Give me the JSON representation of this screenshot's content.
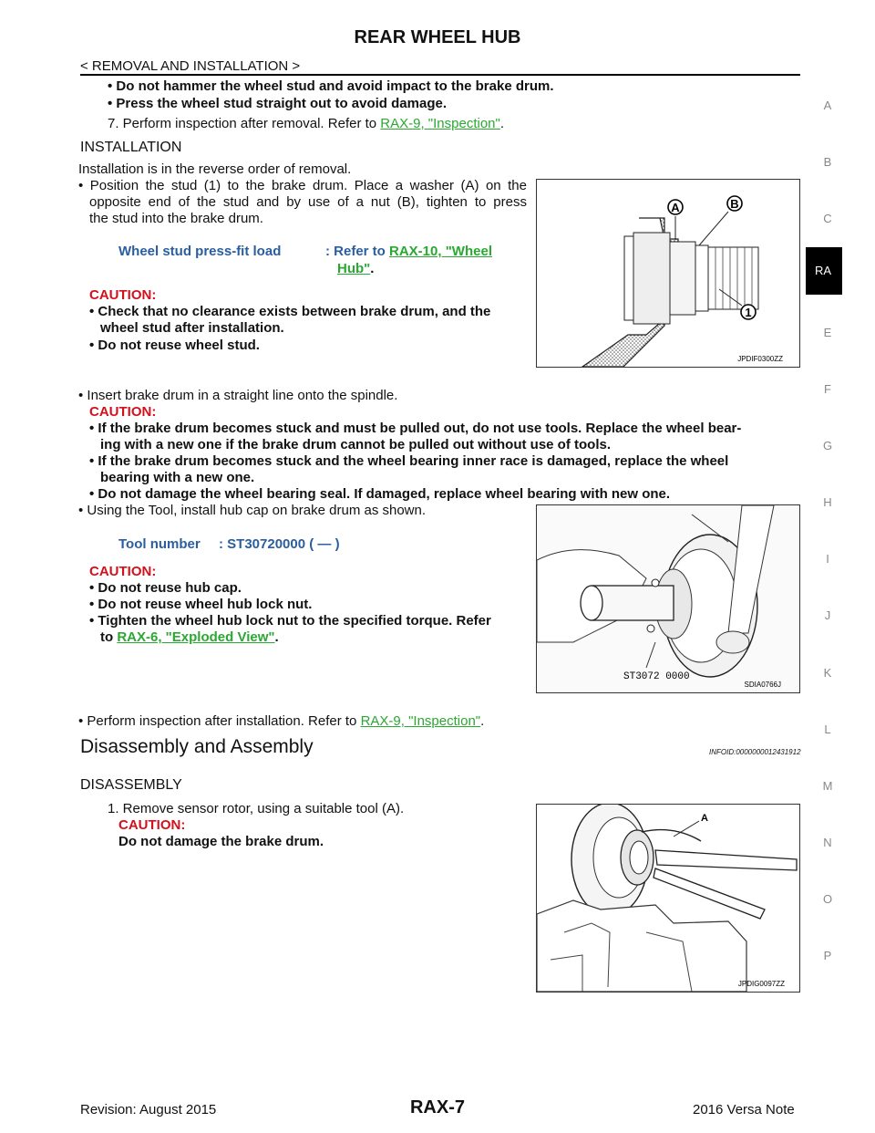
{
  "header": {
    "title": "REAR WHEEL HUB",
    "subtitle": "< REMOVAL AND INSTALLATION >"
  },
  "side_tab": {
    "active": "RA",
    "letters": [
      "A",
      "B",
      "C",
      "E",
      "F",
      "G",
      "H",
      "I",
      "J",
      "K",
      "L",
      "M",
      "N",
      "O",
      "P"
    ]
  },
  "content": {
    "top_bullets": [
      "Do not hammer the wheel stud and avoid impact to the brake drum.",
      "Press the wheel stud straight out to avoid damage."
    ],
    "step7": {
      "prefix": "7.   Perform inspection after removal. Refer to ",
      "link": "RAX-9, \"Inspection\"",
      "suffix": "."
    },
    "installation_heading": "INSTALLATION",
    "install_intro": "Installation is in the reverse order of removal.",
    "install_bullet1": [
      "• Position the stud (1) to the brake drum. Place a washer (A) on the",
      "opposite end of the stud and by use of a nut (B), tighten to press",
      "the stud into the brake drum."
    ],
    "press_fit": {
      "label": "Wheel stud press-fit load",
      "value_prefix": ": Refer to ",
      "link1": "RAX-10, \"Wheel",
      "link2": "Hub\"",
      "suffix": "."
    },
    "caution_label": "CAUTION:",
    "caution1": [
      "• Check that no clearance exists between brake drum, and the",
      "wheel stud after installation.",
      "• Do not reuse wheel stud."
    ],
    "insert_drum": "• Insert brake drum in a straight line onto the spindle.",
    "caution2": [
      "• If the brake drum becomes stuck and must be pulled out, do not use tools. Replace the wheel bear-",
      "ing with a new one if the brake drum cannot be pulled out without use of tools.",
      "• If the brake drum becomes stuck and the wheel bearing inner race is damaged, replace the wheel",
      "bearing with a new one.",
      "• Do not damage the wheel bearing seal. If damaged, replace wheel bearing with new one."
    ],
    "using_tool": "• Using the Tool, install hub cap on brake drum as shown.",
    "tool": {
      "label": "Tool number",
      "value": ": ST30720000 (    —    )"
    },
    "caution3": [
      "• Do not reuse hub cap.",
      "• Do not reuse wheel hub lock nut.",
      "• Tighten the wheel hub lock nut to the specified torque. Refer"
    ],
    "caution3_last": {
      "prefix": "to ",
      "link": "RAX-6, \"Exploded View\"",
      "suffix": "."
    },
    "perform_after": {
      "prefix": "• Perform inspection after installation. Refer to ",
      "link": "RAX-9, \"Inspection\"",
      "suffix": "."
    },
    "section_heading": "Disassembly and Assembly",
    "infoid": "INFOID:0000000012431912",
    "disassembly_heading": "DISASSEMBLY",
    "dis_step1": "1.   Remove sensor rotor, using a suitable tool (A).",
    "dis_caution_text": "Do not damage the brake drum."
  },
  "figures": {
    "fig1": {
      "code": "JPDIF0300ZZ",
      "labels": [
        "A",
        "B",
        "1"
      ]
    },
    "fig2": {
      "code": "SDIA0766J",
      "tool_text": "ST3072 0000"
    },
    "fig3": {
      "code": "JPDIG0097ZZ",
      "label": "A"
    }
  },
  "footer": {
    "revision": "Revision: August 2015",
    "page": "RAX-7",
    "model": "2016 Versa Note"
  }
}
